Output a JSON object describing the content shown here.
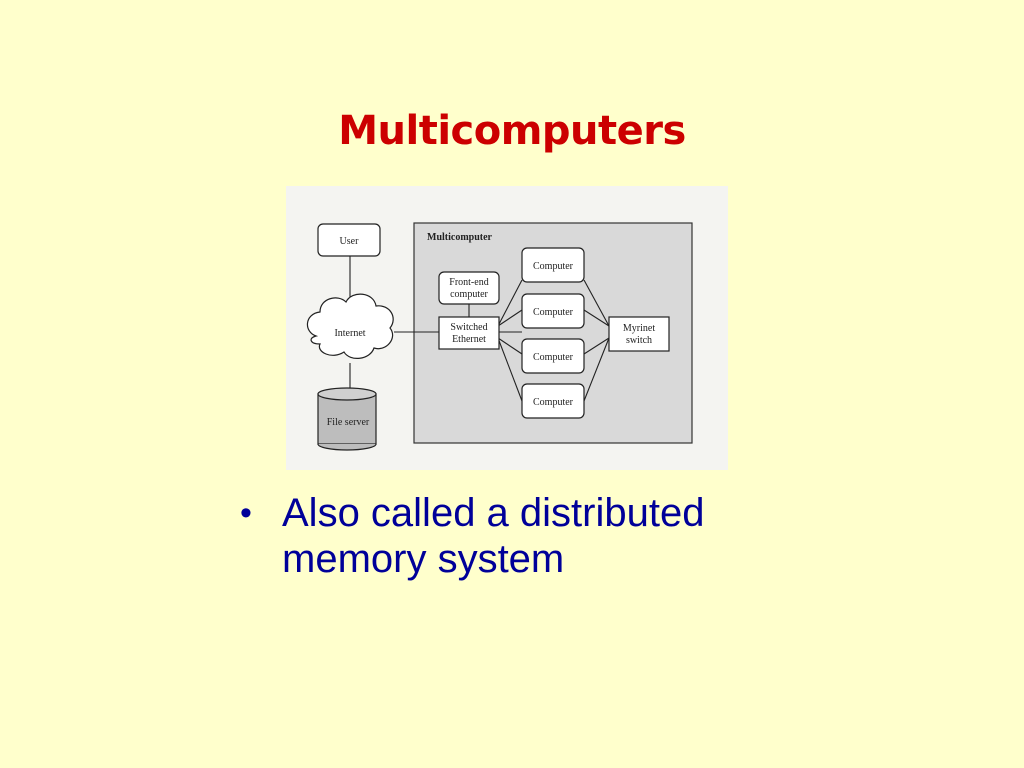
{
  "slide": {
    "title": "Multicomputers",
    "bullets": [
      {
        "text": "Also called a distributed memory system"
      }
    ]
  },
  "diagram": {
    "panel_label": "Multicomputer",
    "nodes": {
      "user": "User",
      "internet": "Internet",
      "file_server": "File server",
      "frontend_line1": "Front-end",
      "frontend_line2": "computer",
      "switched_line1": "Switched",
      "switched_line2": "Ethernet",
      "myrinet_line1": "Myrinet",
      "myrinet_line2": "switch",
      "computers": [
        "Computer",
        "Computer",
        "Computer",
        "Computer"
      ]
    }
  },
  "colors": {
    "background": "#FFFFCC",
    "title": "#CC0000",
    "bullet_text": "#000099"
  }
}
